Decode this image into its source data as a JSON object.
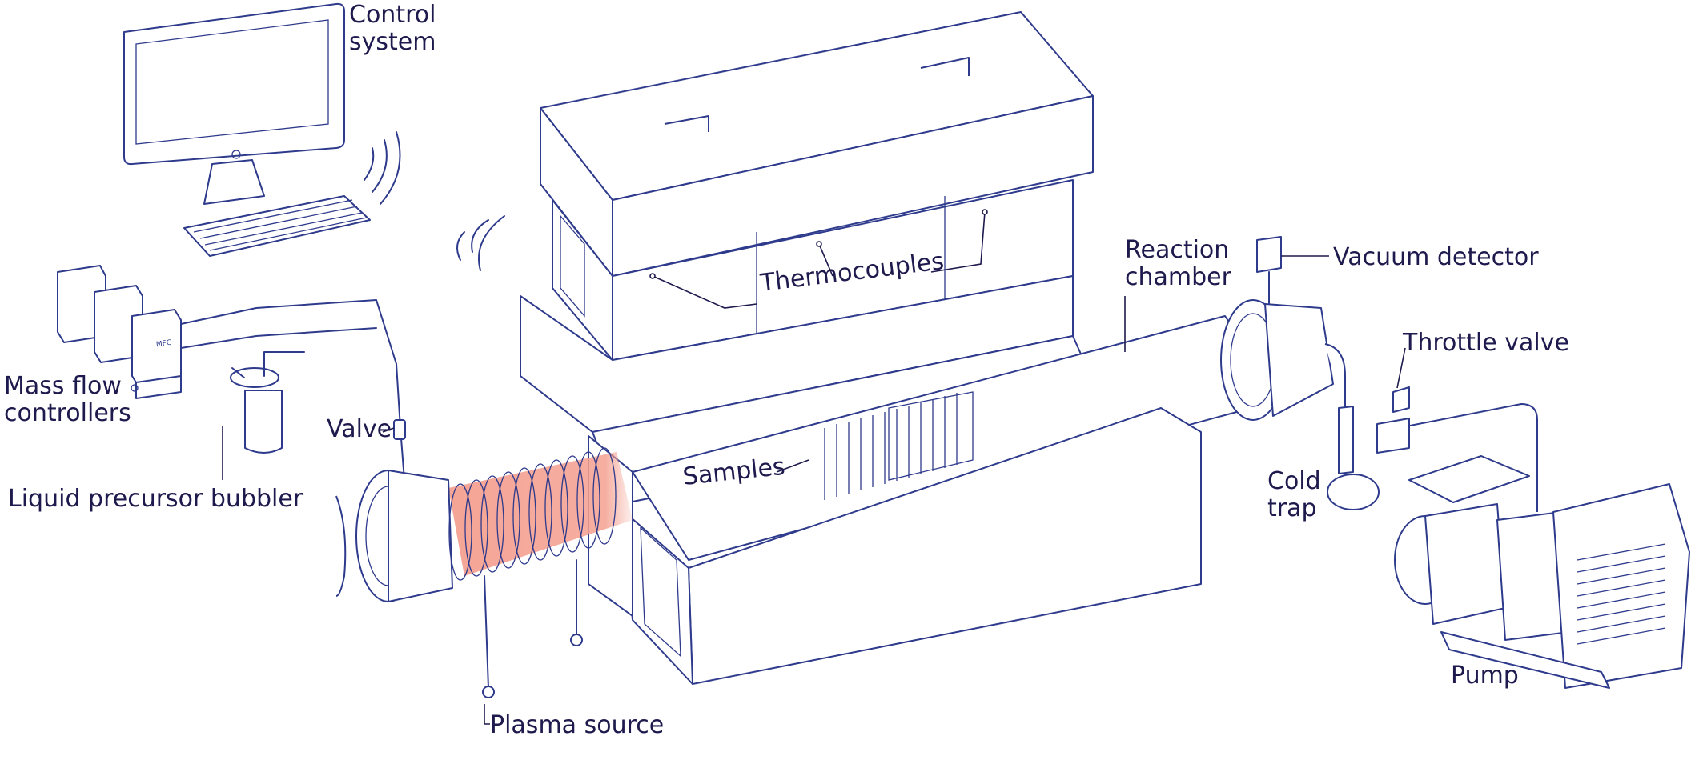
{
  "labels": {
    "control_system": [
      "Control",
      "system"
    ],
    "mass_flow_controllers": [
      "Mass flow",
      "controllers"
    ],
    "liquid_precursor_bubbler": "Liquid precursor bubbler",
    "valve": "Valve",
    "thermocouples": "Thermocouples",
    "samples": "Samples",
    "plasma_source": "Plasma source",
    "reaction_chamber": [
      "Reaction",
      "chamber"
    ],
    "vacuum_detector": "Vacuum detector",
    "throttle_valve": "Throttle valve",
    "cold_trap": [
      "Cold",
      "trap"
    ],
    "pump": "Pump",
    "mfc_badge": "MFC"
  },
  "colors": {
    "line": "#2e3a8c",
    "text": "#1e1a4d",
    "plasma_glow": "#f4a090",
    "background": "#ffffff"
  }
}
